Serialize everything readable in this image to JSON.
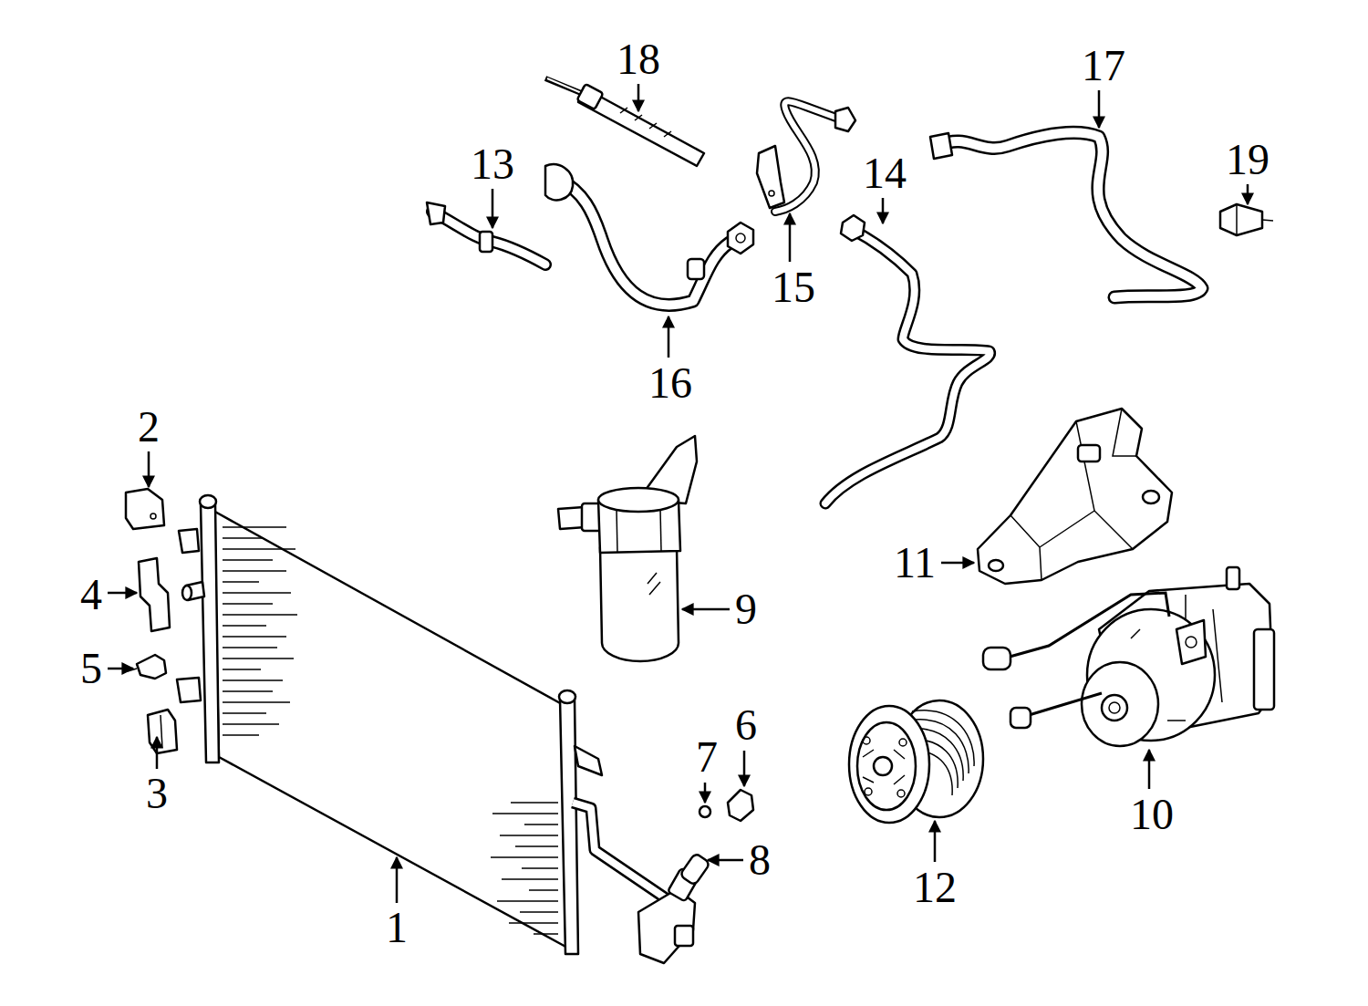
{
  "diagram": {
    "labels": [
      "18",
      "17",
      "13",
      "19",
      "14",
      "15",
      "16",
      "2",
      "11",
      "4",
      "9",
      "5",
      "6",
      "7",
      "3",
      "10",
      "8",
      "12",
      "1"
    ]
  }
}
